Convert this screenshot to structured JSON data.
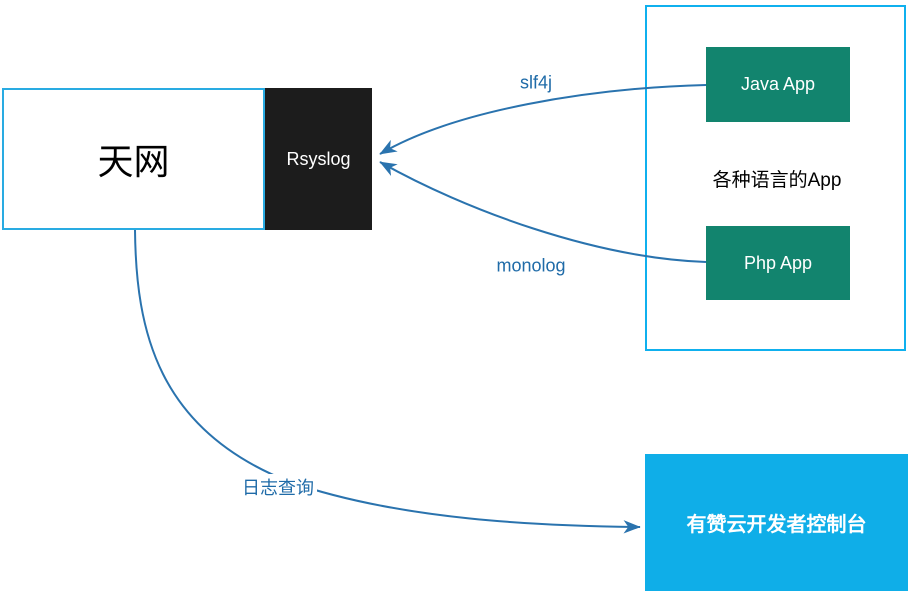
{
  "diagram": {
    "nodes": {
      "skynet": {
        "label": "天网"
      },
      "rsyslog": {
        "label": "Rsyslog"
      },
      "apps_container": {
        "caption": "各种语言的App"
      },
      "java_app": {
        "label": "Java App"
      },
      "php_app": {
        "label": "Php App"
      },
      "console": {
        "label": "有赞云开发者控制台"
      }
    },
    "edges": {
      "slf4j": {
        "label": "slf4j",
        "from": "Java App",
        "to": "Rsyslog"
      },
      "monolog": {
        "label": "monolog",
        "from": "Php App",
        "to": "Rsyslog"
      },
      "log_query": {
        "label": "日志查询",
        "from": "天网",
        "to": "有赞云开发者控制台"
      }
    },
    "colors": {
      "skynet_border": "#29ABE2",
      "apps_container_border": "#0FB0EE",
      "app_box_fill": "#12846E",
      "console_fill": "#0FAEE8",
      "rsyslog_fill": "#1C1C1C",
      "arrow_stroke": "#2A73AE",
      "edge_label_text": "#1F6BA8"
    }
  }
}
